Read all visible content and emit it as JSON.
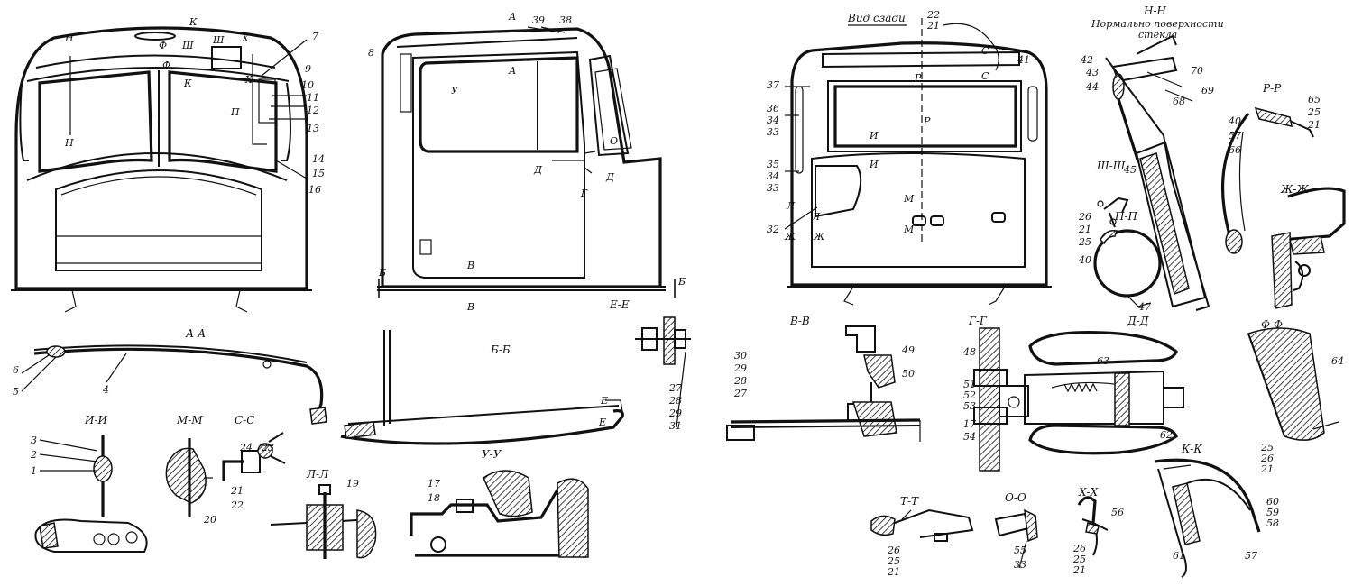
{
  "titles": {
    "rear_view": "Вид сзади",
    "nn_title": "Н-Н",
    "nn_subtitle_1": "Нормально поверхности",
    "nn_subtitle_2": "стекла"
  },
  "sections": {
    "aa": "А-А",
    "bb": "Б-Б",
    "ee": "Е-Е",
    "ii": "И-И",
    "mm": "М-М",
    "ss": "С-С",
    "ll": "Л-Л",
    "uu": "У-У",
    "vv": "В-В",
    "gg": "Г-Г",
    "dd": "Д-Д",
    "ff": "Ф-Ф",
    "zhzh": "Ж-Ж",
    "rr": "Р-Р",
    "shsh": "Ш-Ш",
    "pp": "П-П",
    "tt": "Т-Т",
    "oo": "О-О",
    "xx": "Х-Х",
    "kk": "К-К"
  },
  "cut_marks": {
    "front": [
      "К",
      "Н",
      "Ф",
      "Ш",
      "Х",
      "П",
      "Ш",
      "Ф",
      "К",
      "Х",
      "Н"
    ],
    "side": [
      "А",
      "А",
      "У",
      "О",
      "Д",
      "Д",
      "Г",
      "В",
      "В",
      "Б",
      "Б",
      "Е",
      "Е"
    ],
    "rear": [
      "Р",
      "Р",
      "С",
      "С",
      "И",
      "И",
      "М",
      "М",
      "Л",
      "Л",
      "Ж",
      "Ж"
    ]
  },
  "callouts": {
    "front": [
      "7",
      "8",
      "9",
      "10",
      "11",
      "12",
      "13",
      "14",
      "15",
      "16"
    ],
    "side": [
      "39",
      "38"
    ],
    "rear": [
      "22",
      "21",
      "41",
      "37",
      "36",
      "34",
      "33",
      "35",
      "34",
      "33",
      "32"
    ],
    "nn": [
      "42",
      "43",
      "44",
      "45",
      "68",
      "69",
      "70"
    ],
    "rr": [
      "65",
      "25",
      "21",
      "40",
      "57",
      "66"
    ],
    "aa": [
      "6",
      "5",
      "4"
    ],
    "ii": [
      "3",
      "2",
      "1"
    ],
    "mm": [
      "20"
    ],
    "ss": [
      "24",
      "23",
      "21",
      "22"
    ],
    "ll": [
      "19"
    ],
    "uu": [
      "17",
      "18"
    ],
    "ee": [
      "27",
      "28",
      "29",
      "31"
    ],
    "vv": [
      "30",
      "29",
      "28",
      "27",
      "49",
      "50"
    ],
    "gg": [
      "48",
      "51",
      "52",
      "53",
      "17",
      "54"
    ],
    "dd": [
      "63",
      "62"
    ],
    "shsh": [
      "26",
      "21",
      "25",
      "40"
    ],
    "pp": [
      "47"
    ],
    "ff": [
      "64"
    ],
    "tt": [
      "26",
      "25",
      "21"
    ],
    "oo": [
      "55",
      "33"
    ],
    "xx": [
      "56",
      "26",
      "25",
      "21"
    ],
    "kk": [
      "25",
      "26",
      "21",
      "60",
      "59",
      "58",
      "61",
      "57"
    ]
  },
  "colors": {
    "ink": "#111111",
    "paper": "#ffffff"
  }
}
